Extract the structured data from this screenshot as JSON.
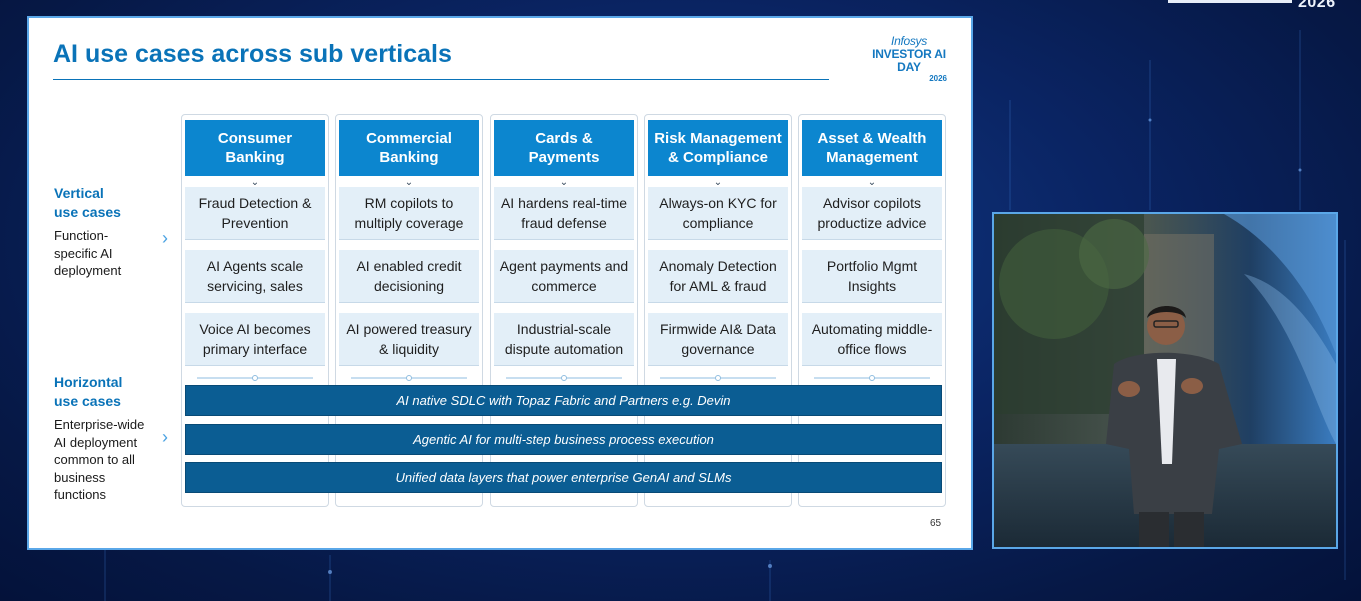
{
  "corner": {
    "year": "2026"
  },
  "slide": {
    "title": "AI use cases across sub verticals",
    "brand": {
      "logo": "Infosys",
      "name": "INVESTOR AI DAY",
      "year": "2026"
    },
    "page_number": "65",
    "vertical": {
      "heading": [
        "Vertical",
        "use cases"
      ],
      "description": [
        "Function-",
        "specific AI",
        "deployment"
      ]
    },
    "horizontal": {
      "heading": [
        "Horizontal",
        "use cases"
      ],
      "description": [
        "Enterprise-wide",
        "AI deployment",
        "common to all",
        "business",
        "functions"
      ]
    },
    "columns": [
      {
        "header": "Consumer Banking",
        "cells": [
          "Fraud Detection & Prevention",
          "AI Agents scale servicing, sales",
          "Voice AI becomes primary interface"
        ]
      },
      {
        "header": "Commercial Banking",
        "cells": [
          "RM copilots to multiply coverage",
          "AI enabled credit decisioning",
          "AI powered treasury & liquidity"
        ]
      },
      {
        "header": "Cards & Payments",
        "cells": [
          "AI hardens real-time fraud defense",
          "Agent payments and commerce",
          "Industrial-scale dispute automation"
        ]
      },
      {
        "header": "Risk Management & Compliance",
        "cells": [
          "Always-on KYC for compliance",
          "Anomaly Detection for AML & fraud",
          "Firmwide AI& Data governance"
        ]
      },
      {
        "header": "Asset & Wealth Management",
        "cells": [
          "Advisor copilots productize advice",
          "Portfolio Mgmt Insights",
          "Automating middle-office flows"
        ]
      }
    ],
    "horizontal_bars": [
      "AI native SDLC with Topaz Fabric and Partners e.g. Devin",
      "Agentic AI for multi-step business process execution",
      "Unified data layers that power enterprise GenAI and SLMs"
    ]
  },
  "icons": {
    "chevron": "›",
    "down": "⌄"
  },
  "colors": {
    "accent": "#0a73b8",
    "header_bg": "#0c86cf",
    "bar_bg": "#0b5d93",
    "cell_bg": "#e3eff8"
  }
}
